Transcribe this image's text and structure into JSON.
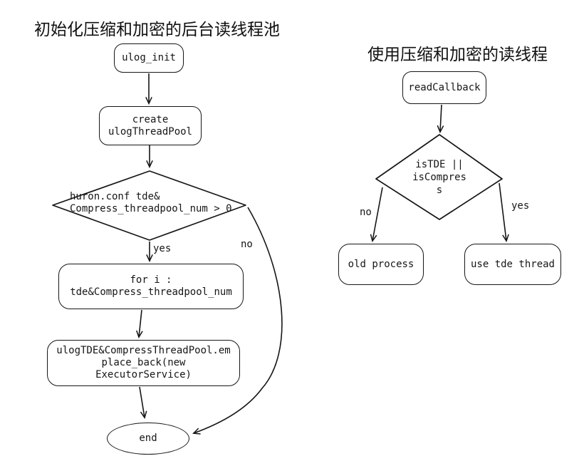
{
  "colors": {
    "background": "#ffffff",
    "stroke": "#161616",
    "text": "#101010"
  },
  "left_chart": {
    "title": "初始化压缩和加密的后台读线程池",
    "nodes": {
      "ulog_init": "ulog_init",
      "create_pool": "create\nulogThreadPool",
      "decision": "huron.conf tde&\nCompress_threadpool_num > 0",
      "for_loop": "for i :\ntde&Compress_threadpool_num",
      "emplace": "ulogTDE&CompressThreadPool.em\nplace_back(new\nExecutorService)",
      "end": "end"
    },
    "edge_labels": {
      "yes": "yes",
      "no": "no"
    }
  },
  "right_chart": {
    "title": "使用压缩和加密的读线程",
    "nodes": {
      "read_callback": "readCallback",
      "decision": "isTDE ||\nisCompres\ns",
      "old_process": "old process",
      "use_tde": "use tde thread"
    },
    "edge_labels": {
      "no": "no",
      "yes": "yes"
    }
  }
}
